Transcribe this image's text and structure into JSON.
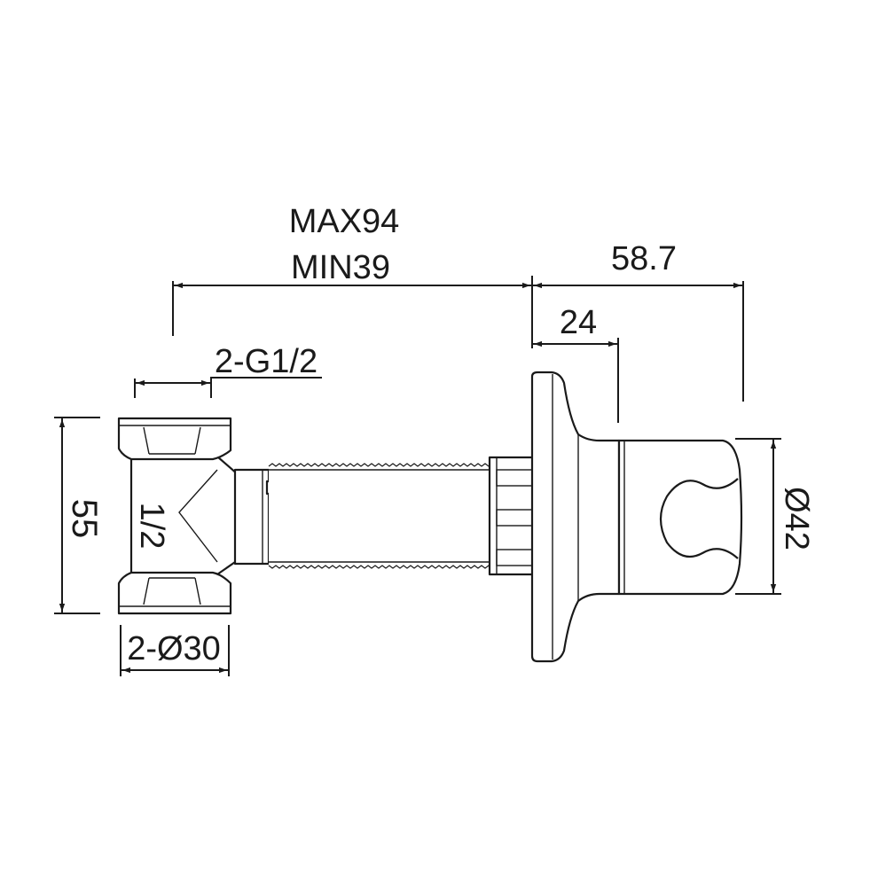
{
  "diagram": {
    "dimensions": {
      "max_length": "MAX94",
      "min_length": "MIN39",
      "overall_right": "58.7",
      "flange_to_knob": "24",
      "thread_size": "2-G1/2",
      "height": "55",
      "inlet": "1/2",
      "outlet_diameter": "2-Ø30",
      "knob_diameter": "Ø42"
    },
    "colors": {
      "line": "#1a1a1a",
      "background": "#ffffff"
    }
  }
}
